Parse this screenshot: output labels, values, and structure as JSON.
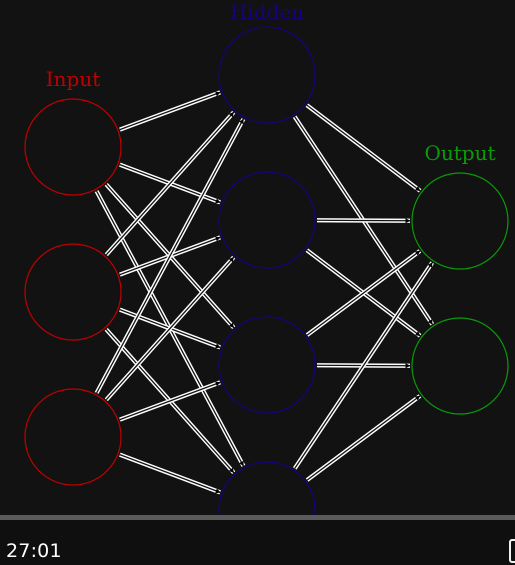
{
  "diagram": {
    "layers": [
      {
        "label": "Input",
        "color": "#c00000",
        "nodes": 3
      },
      {
        "label": "Hidden",
        "color": "#1a0080",
        "nodes": 4
      },
      {
        "label": "Output",
        "color": "#0a9a0a",
        "nodes": 2
      }
    ],
    "edge_color": "#ffffff",
    "connectivity": "fully-connected"
  },
  "player": {
    "timestamp": "27:01",
    "progress": 1.0,
    "fullscreen_icon": "fullscreen-icon"
  }
}
